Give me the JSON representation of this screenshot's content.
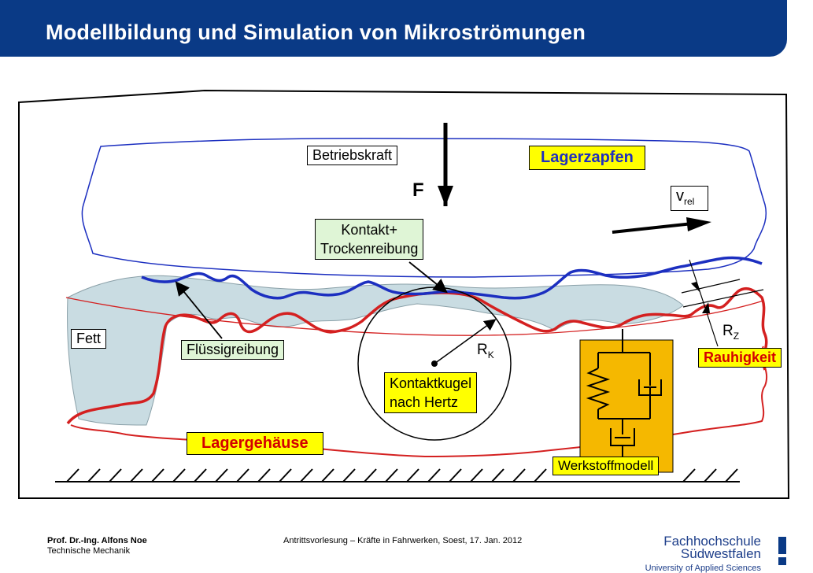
{
  "header": {
    "title": "Modellbildung und Simulation von Mikroströmungen"
  },
  "labels": {
    "betriebskraft": "Betriebskraft",
    "force": "F",
    "lagerzapfen": "Lagerzapfen",
    "v_rel_main": "v",
    "v_rel_sub": "rel",
    "kontakt_line1": "Kontakt+",
    "kontakt_line2": "Trockenreibung",
    "fett": "Fett",
    "fluessig": "Flüssigreibung",
    "rk_main": "R",
    "rk_sub": "K",
    "kontaktkugel_line1": "Kontaktkugel",
    "kontaktkugel_line2": "nach Hertz",
    "rz_main": "R",
    "rz_sub": "Z",
    "rauhigkeit": "Rauhigkeit",
    "lagergehaeuse": "Lagergehäuse",
    "werkstoffmodell": "Werkstoffmodell"
  },
  "footer": {
    "author": "Prof. Dr.-Ing. Alfons Noe",
    "department": "Technische Mechanik",
    "event": "Antrittsvorlesung – Kräfte in Fahrwerken,  Soest, 17. Jan. 2012",
    "logo_line1": "Fachhochschule",
    "logo_line2": "Südwestfalen",
    "logo_line3": "University of Applied Sciences"
  },
  "colors": {
    "header_bg": "#0a3a86",
    "blue_line": "#1c2fc0",
    "red_line": "#d42020",
    "grease": "#c9dce2",
    "green_box": "#dff5d6",
    "yellow_box": "#ffff00",
    "material_box": "#f5b800"
  }
}
